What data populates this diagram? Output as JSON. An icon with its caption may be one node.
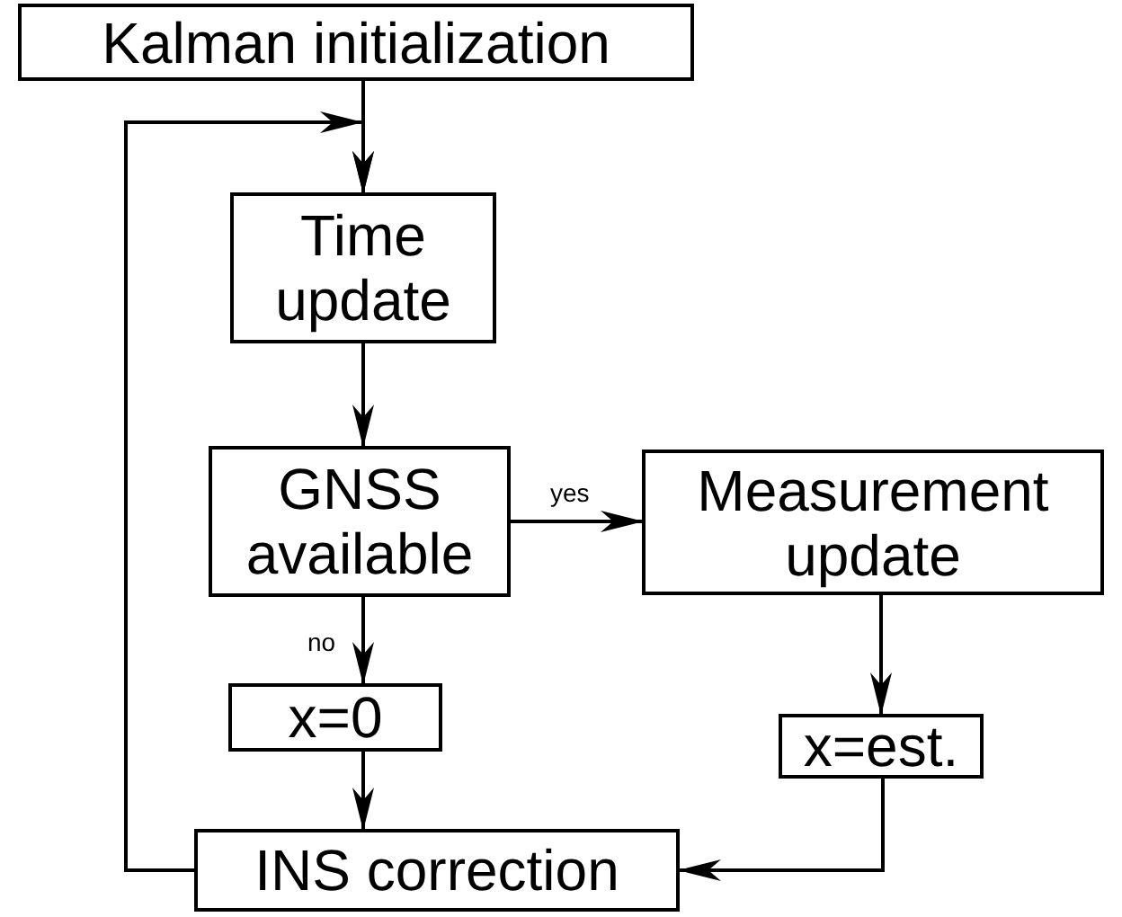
{
  "diagram": {
    "nodes": [
      {
        "text": [
          "Kalman initialization"
        ]
      },
      {
        "text": [
          "Time update"
        ]
      },
      {
        "text": [
          "GNSS available"
        ]
      },
      {
        "text": [
          "Measurement update"
        ]
      },
      {
        "text": [
          "x=0"
        ]
      },
      {
        "text": [
          "x=est."
        ]
      },
      {
        "text": [
          "INS correction"
        ]
      }
    ],
    "edges": [
      {
        "from": 0,
        "to": 1,
        "arrow": "to"
      },
      {
        "from": 1,
        "to": 2,
        "arrow": "to"
      },
      {
        "from": 2,
        "to": 3,
        "arrow": "to",
        "label": "yes"
      },
      {
        "from": 2,
        "to": 4,
        "arrow": "to",
        "label": "no"
      },
      {
        "from": 3,
        "to": 5,
        "arrow": "to"
      },
      {
        "from": 4,
        "to": 6,
        "arrow": "to"
      },
      {
        "from": 5,
        "to": 6,
        "arrow": "to"
      },
      {
        "from": 6,
        "to": 1,
        "arrow": "to"
      }
    ]
  }
}
